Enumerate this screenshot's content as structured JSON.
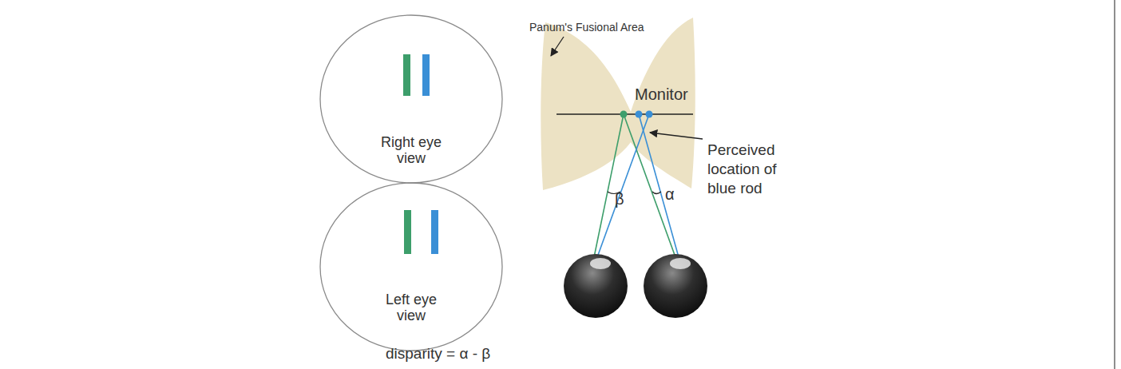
{
  "diagram": {
    "nodes": [
      {
        "text": [
          "Right eye view"
        ]
      },
      {
        "text": [
          "Left eye view"
        ]
      }
    ],
    "labels": [
      "Panum's Fusional Area",
      "Monitor",
      "Perceived location of blue rod",
      "β",
      "α",
      "disparity = α - β"
    ]
  }
}
